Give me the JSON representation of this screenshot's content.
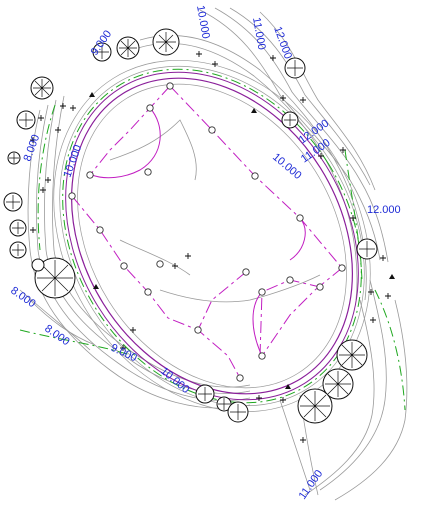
{
  "colors": {
    "background": "#ffffff",
    "contour": "#9a9a9a",
    "contour_dark": "#6a6a6a",
    "track": "#8a1f9a",
    "pipe": "#c21fc2",
    "boundary": "#1fa81f",
    "label": "#1e2bd6",
    "tree": "#111111"
  },
  "labels": [
    {
      "id": "lbl-1",
      "text": "10.000",
      "angle": 80
    },
    {
      "id": "lbl-2",
      "text": "11.000",
      "angle": 80
    },
    {
      "id": "lbl-3",
      "text": "12.000",
      "angle": 70
    },
    {
      "id": "lbl-4",
      "text": "9.000",
      "angle": -55
    },
    {
      "id": "lbl-5",
      "text": "8.000",
      "angle": -70
    },
    {
      "id": "lbl-6",
      "text": "10.000",
      "angle": -70
    },
    {
      "id": "lbl-7",
      "text": "12.000",
      "angle": -35
    },
    {
      "id": "lbl-8",
      "text": "11.000",
      "angle": -35
    },
    {
      "id": "lbl-9",
      "text": "10.000",
      "angle": 40
    },
    {
      "id": "lbl-10",
      "text": "12.000",
      "angle": 0
    },
    {
      "id": "lbl-11",
      "text": "8.000",
      "angle": 35
    },
    {
      "id": "lbl-12",
      "text": "8.000",
      "angle": 35
    },
    {
      "id": "lbl-13",
      "text": "9.000",
      "angle": 25
    },
    {
      "id": "lbl-14",
      "text": "10.000",
      "angle": 40
    },
    {
      "id": "lbl-15",
      "text": "11.000",
      "angle": -55
    }
  ]
}
